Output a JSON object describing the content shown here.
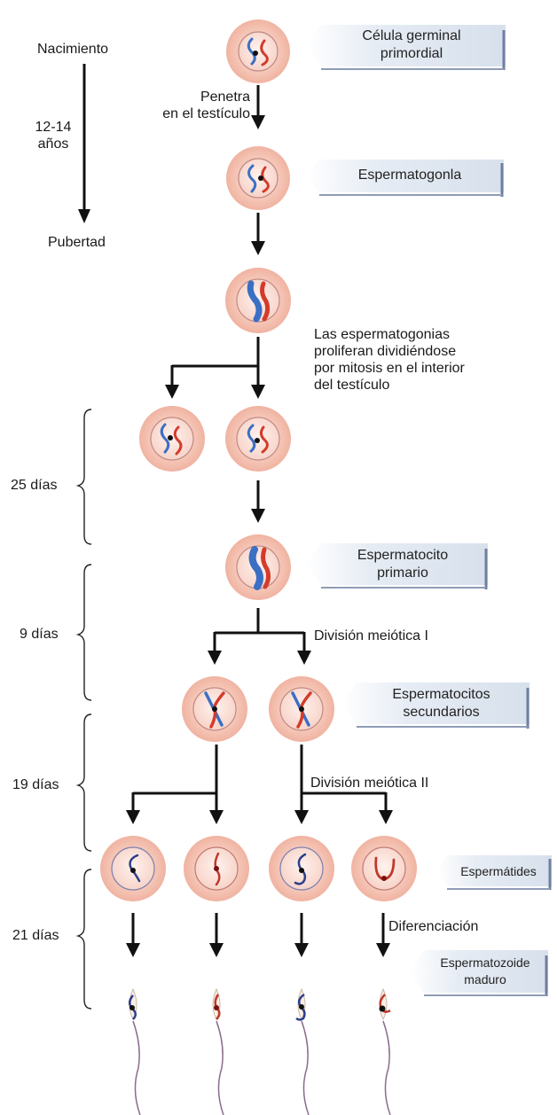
{
  "timeline": {
    "start": "Nacimiento",
    "age": "12-14\naños",
    "end": "Pubertad"
  },
  "annotations": {
    "penetra": "Penetra\nen el testículo",
    "proliferan": "Las espermatogonias\nproliferan dividiéndose\npor mitosis en el interior\ndel testículo",
    "meiosis1": "División meiótica I",
    "meiosis2": "División meiótica II",
    "diferenciacion": "Diferenciación"
  },
  "stage_labels": {
    "celula_germinal": "Célula germinal\nprimordial",
    "espermatogonia": "Espermatogonla",
    "espermatocito_primario": "Espermatocito\nprimario",
    "espermatocitos_secundarios": "Espermatocitos\nsecundarios",
    "espermatides": "Espermátides",
    "espermatozoide": "Espermatozoide\nmaduro"
  },
  "durations": {
    "d25": "25 días",
    "d9": "9 días",
    "d19": "19 días",
    "d21": "21 días"
  },
  "colors": {
    "cell_fill": "#f6c9bd",
    "cell_core": "#fbe3dc",
    "chromosome_blue": "#3b6fc4",
    "chromosome_red": "#d43b2a",
    "label_box": "#dfe7f1",
    "arrow": "#111111"
  }
}
